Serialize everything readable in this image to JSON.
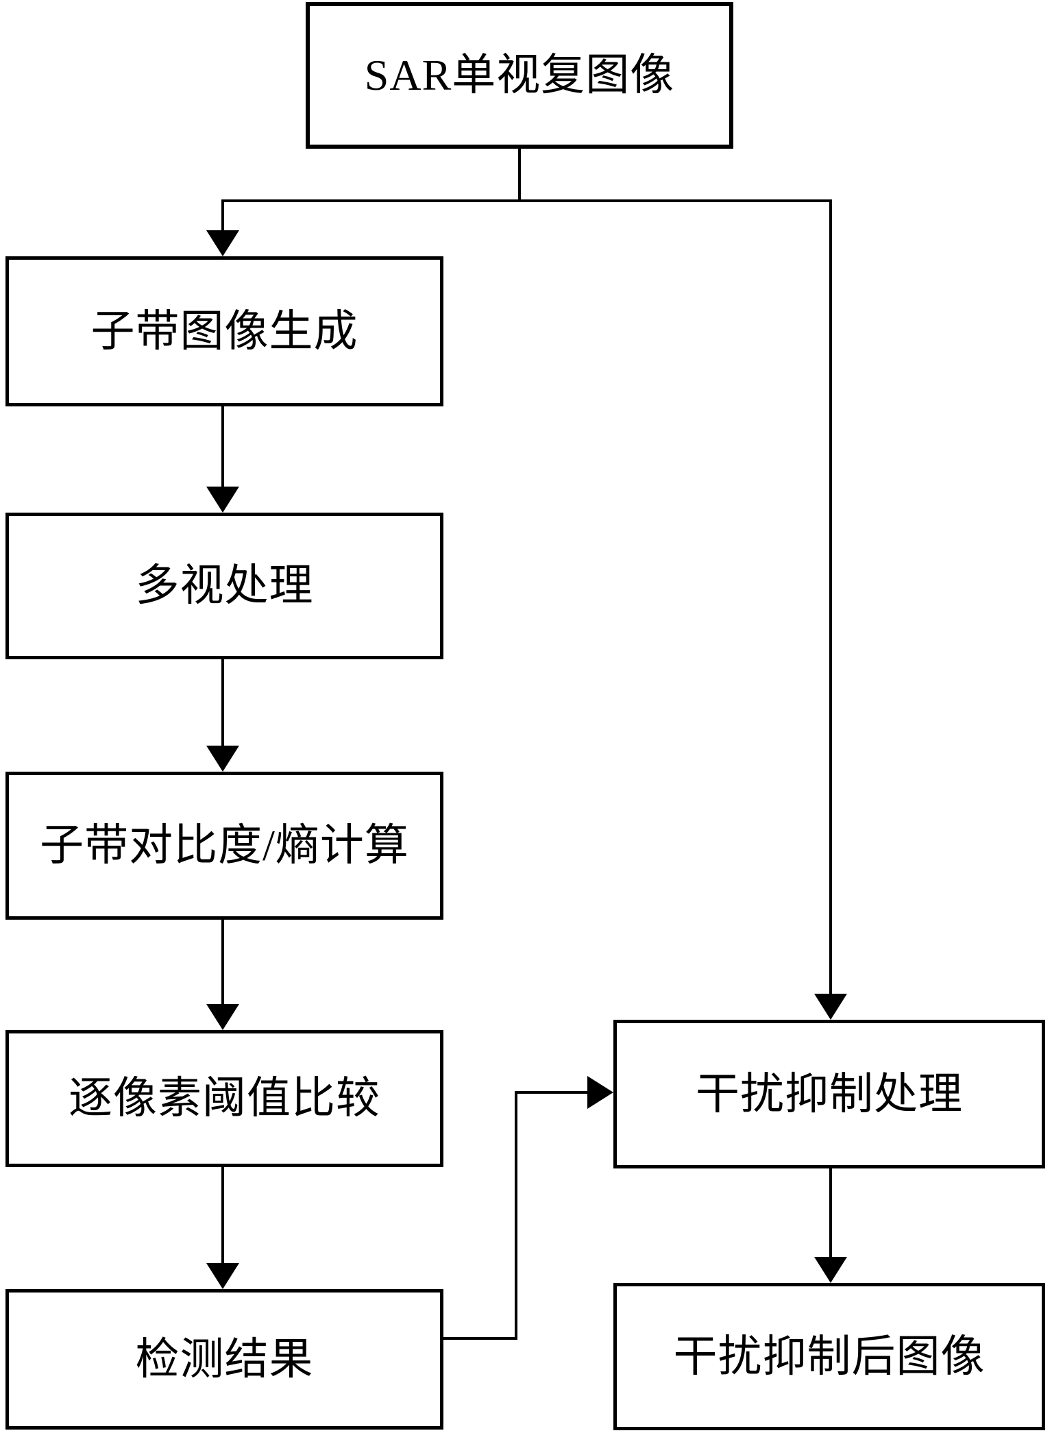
{
  "diagram": {
    "type": "flowchart",
    "background_color": "#ffffff",
    "line_color": "#000000",
    "text_color": "#000000",
    "nodes": {
      "slc_image": {
        "label": "SAR单视复图像"
      },
      "subband_generation": {
        "label": "子带图像生成"
      },
      "multilook": {
        "label": "多视处理"
      },
      "contrast_entropy": {
        "label": "子带对比度/熵计算"
      },
      "threshold_compare": {
        "label": "逐像素阈值比较"
      },
      "detection_result": {
        "label": "检测结果"
      },
      "interference_suppression": {
        "label": "干扰抑制处理"
      },
      "suppressed_image": {
        "label": "干扰抑制后图像"
      }
    },
    "edges": [
      {
        "from": "slc_image",
        "to": "subband_generation"
      },
      {
        "from": "slc_image",
        "to": "interference_suppression"
      },
      {
        "from": "subband_generation",
        "to": "multilook"
      },
      {
        "from": "multilook",
        "to": "contrast_entropy"
      },
      {
        "from": "contrast_entropy",
        "to": "threshold_compare"
      },
      {
        "from": "threshold_compare",
        "to": "detection_result"
      },
      {
        "from": "detection_result",
        "to": "interference_suppression"
      },
      {
        "from": "interference_suppression",
        "to": "suppressed_image"
      }
    ]
  }
}
